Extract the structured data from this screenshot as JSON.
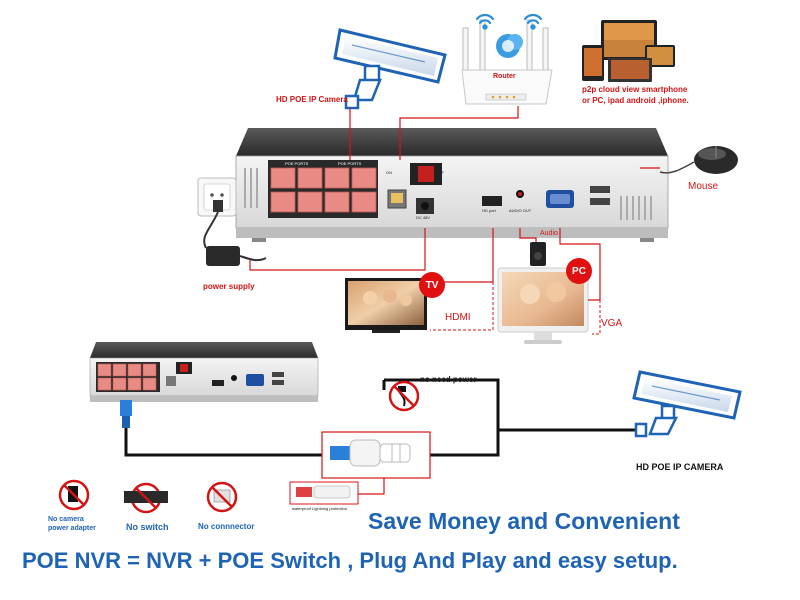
{
  "top": {
    "camera_label": "HD POE IP Camera",
    "router_label": "Router",
    "p2p_line1": "p2p cloud  view smartphone",
    "p2p_line2": "or PC, ipad android ,iphone.",
    "mouse_label": "Mouse",
    "power_label": "power supply",
    "tv_badge": "TV",
    "pc_badge": "PC",
    "hdmi_label": "HDMI",
    "vga_label": "VGA",
    "audio_label": "Audio",
    "poe_ports_label_1": "POE PORTS",
    "poe_ports_label_2": "POE PORTS",
    "on_label": "ON",
    "off_label": "OFF",
    "dc_label": "DC 48V",
    "hdmi_port_label": "HD port",
    "audio_port_label": "AUDIO OUT"
  },
  "bottom": {
    "no_power_label": "no need power",
    "camera_label": "HD POE IP CAMERA",
    "waterproof_label": "waterproof Lightning protection",
    "no_adapter_line1": "No camera",
    "no_adapter_line2": "power adapter",
    "no_switch_label": "No switch",
    "no_connector_label": "No connnector"
  },
  "headline": "Save Money and Convenient",
  "subline": "POE NVR = NVR + POE Switch , Plug And Play and easy setup.",
  "colors": {
    "accent_blue": "#1f63b5",
    "wire_red": "#d41414",
    "port_red": "#e88b85",
    "device_dark": "#333333"
  }
}
